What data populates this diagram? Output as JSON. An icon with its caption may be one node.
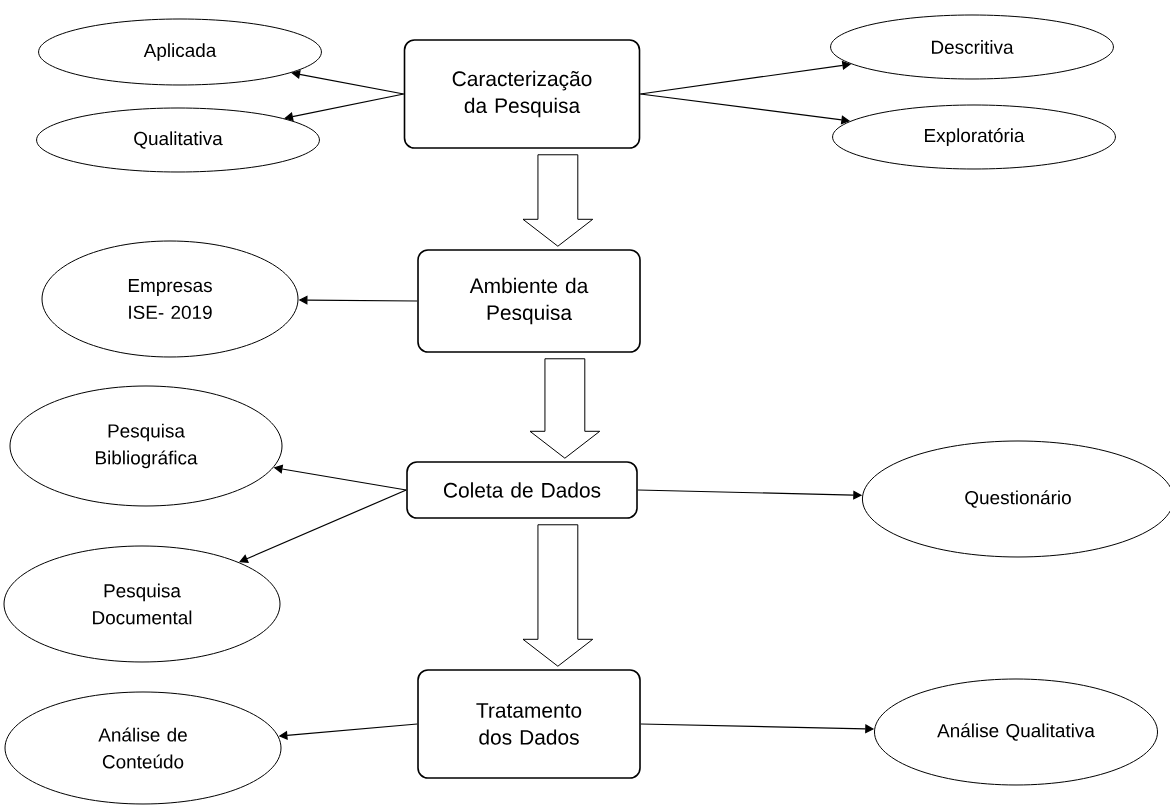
{
  "diagram": {
    "nodes": [
      {
        "text": [
          "Caracterização da Pesquisa"
        ]
      },
      {
        "text": [
          "Aplicada"
        ]
      },
      {
        "text": [
          "Qualitativa"
        ]
      },
      {
        "text": [
          "Descritiva"
        ]
      },
      {
        "text": [
          "Exploratória"
        ]
      },
      {
        "text": [
          "Ambiente da Pesquisa"
        ]
      },
      {
        "text": [
          "Empresas ISE- 2019"
        ]
      },
      {
        "text": [
          "Coleta de Dados"
        ]
      },
      {
        "text": [
          "Pesquisa Bibliográfica"
        ]
      },
      {
        "text": [
          "Pesquisa Documental"
        ]
      },
      {
        "text": [
          "Questionário"
        ]
      },
      {
        "text": [
          "Tratamento dos Dados"
        ]
      },
      {
        "text": [
          "Análise de Conteúdo"
        ]
      },
      {
        "text": [
          "Análise Qualitativa"
        ]
      }
    ],
    "edges": [
      {
        "from": 0,
        "to": 1,
        "arrow": "to"
      },
      {
        "from": 0,
        "to": 2,
        "arrow": "to"
      },
      {
        "from": 0,
        "to": 3,
        "arrow": "to"
      },
      {
        "from": 0,
        "to": 4,
        "arrow": "to"
      },
      {
        "from": 0,
        "to": 5,
        "arrow": "to",
        "style": "thick"
      },
      {
        "from": 5,
        "to": 6,
        "arrow": "to"
      },
      {
        "from": 5,
        "to": 7,
        "arrow": "to",
        "style": "thick"
      },
      {
        "from": 7,
        "to": 8,
        "arrow": "to"
      },
      {
        "from": 7,
        "to": 9,
        "arrow": "to"
      },
      {
        "from": 7,
        "to": 10,
        "arrow": "to"
      },
      {
        "from": 7,
        "to": 11,
        "arrow": "to",
        "style": "thick"
      },
      {
        "from": 11,
        "to": 12,
        "arrow": "to"
      },
      {
        "from": 11,
        "to": 13,
        "arrow": "to"
      }
    ]
  }
}
